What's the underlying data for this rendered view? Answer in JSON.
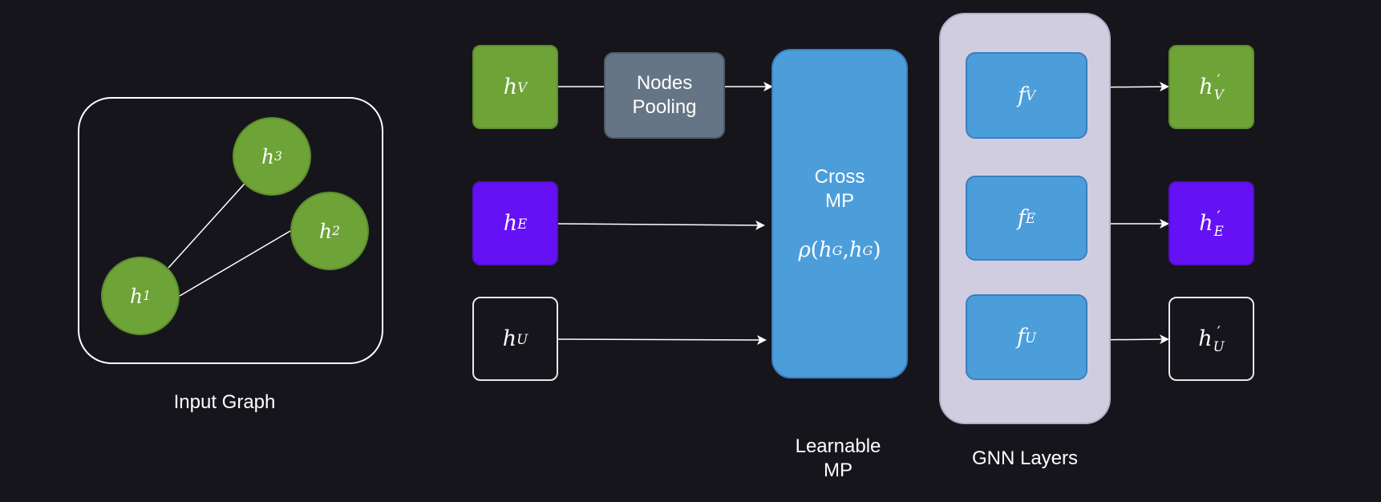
{
  "input_graph": {
    "caption": "Input Graph",
    "nodes": [
      {
        "symbol": "h",
        "subscript": "3"
      },
      {
        "symbol": "h",
        "subscript": "2"
      },
      {
        "symbol": "h",
        "subscript": "1"
      }
    ]
  },
  "inputs": [
    {
      "symbol": "h",
      "subscript": "V"
    },
    {
      "symbol": "h",
      "subscript": "E"
    },
    {
      "symbol": "h",
      "subscript": "U"
    }
  ],
  "nodes_pooling": {
    "line1": "Nodes",
    "line2": "Pooling"
  },
  "cross_mp": {
    "line1": "Cross",
    "line2": "MP",
    "formula": {
      "rho": "ρ",
      "open": "(",
      "h1": "h",
      "s1": "G",
      "comma": ", ",
      "h2": "h",
      "s2": "G",
      "close": ")"
    }
  },
  "learnable_mp_caption": {
    "line1": "Learnable",
    "line2": "MP"
  },
  "gnn_layers": {
    "caption": "GNN Layers",
    "functions": [
      {
        "symbol": "f",
        "subscript": "V"
      },
      {
        "symbol": "f",
        "subscript": "E"
      },
      {
        "symbol": "f",
        "subscript": "U"
      }
    ]
  },
  "outputs": [
    {
      "symbol": "h",
      "prime": "′",
      "subscript": "V"
    },
    {
      "symbol": "h",
      "prime": "′",
      "subscript": "E"
    },
    {
      "symbol": "h",
      "prime": "′",
      "subscript": "U"
    }
  ],
  "colors": {
    "background": "#17151c",
    "node_green": "#6da337",
    "edge_purple": "#6411f5",
    "function_blue": "#4c9edb",
    "pooling_gray": "#667585",
    "gnn_panel": "#d0cde0"
  }
}
